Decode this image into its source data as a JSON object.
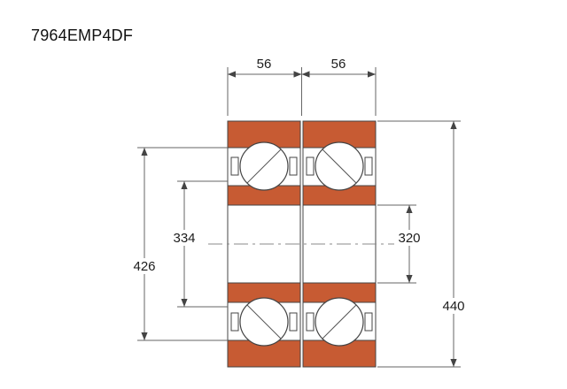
{
  "title": "7964EMP4DF",
  "dims": {
    "top_left": "56",
    "top_right": "56",
    "left_outer": "426",
    "left_inner": "334",
    "right_inner": "320",
    "right_outer": "440"
  },
  "colors": {
    "ring_fill": "#c75b33",
    "drawing_line": "#444444",
    "dimension_line": "#666666",
    "text": "#1c1c1c",
    "background": "#ffffff"
  }
}
